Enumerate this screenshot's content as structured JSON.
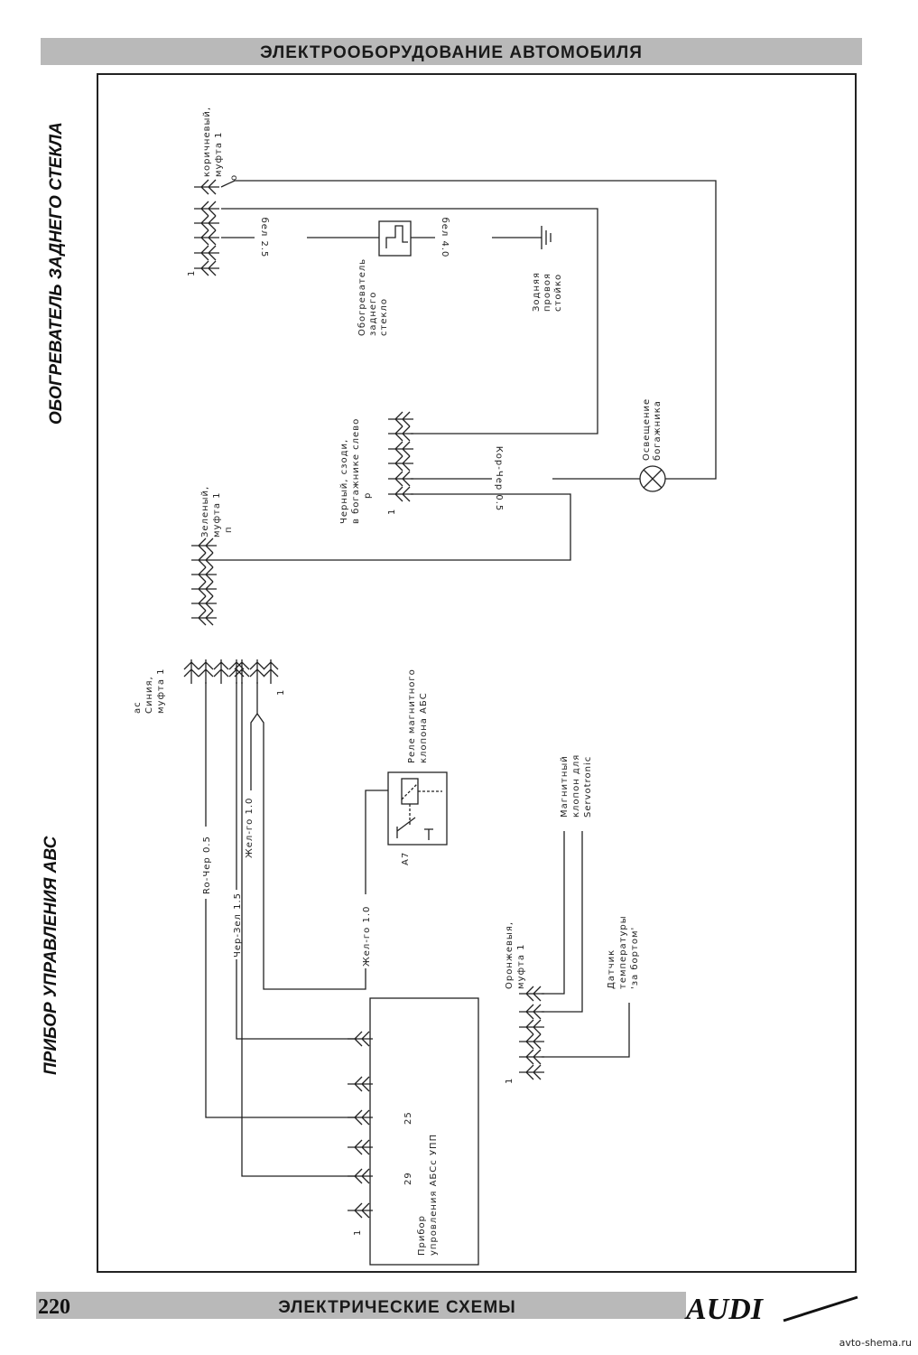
{
  "header": {
    "title": "ЭЛЕКТРООБОРУДОВАНИЕ АВТОМОБИЛЯ"
  },
  "side_titles": {
    "heater": "ОБОГРЕВАТЕЛЬ ЗАДНЕГО СТЕКЛА",
    "abs": "ПРИБОР УПРАВЛЕНИЯ АВС"
  },
  "footer": {
    "page_number": "220",
    "section": "ЭЛЕКТРИЧЕСКИЕ СХЕМЫ",
    "logo": "AUDI",
    "url": "avto-shema.ru"
  },
  "diagram": {
    "connector_brown": {
      "lines": [
        "коричневый,",
        "муфта 1"
      ],
      "tag": "о",
      "pin1": "1"
    },
    "connector_black": {
      "lines": [
        "Черный, сзоди,",
        "в богажнике слево"
      ],
      "tag": "р",
      "pin1": "1"
    },
    "connector_green": {
      "lines": [
        "Зеленый,",
        "муфта 1"
      ],
      "tag": "п"
    },
    "connector_blue": {
      "lines": [
        "ас",
        "Синия,",
        "муфта 1"
      ],
      "pin1": "1"
    },
    "connector_orange": {
      "lines": [
        "Оронжевыя,",
        "муфта 1"
      ],
      "pin1": "1"
    },
    "heater": {
      "lines": [
        "Обогреватель",
        "заднего",
        "стекло"
      ]
    },
    "ground": {
      "lines": [
        "Зодняя",
        "провоя",
        "стойко"
      ]
    },
    "lamp": {
      "lines": [
        "Освещение",
        "богажника"
      ]
    },
    "relay": {
      "lines": [
        "Реле магнитного",
        "клопона АБС"
      ],
      "id": "A7"
    },
    "servotronic": {
      "lines": [
        "Магнитный",
        "клопон для",
        "Servotronic"
      ]
    },
    "temp_sensor": {
      "lines": [
        "Датчик",
        "температуры",
        "'за бортом'"
      ]
    },
    "ecu": {
      "lines": [
        "Прибор",
        "упровления АБСс УПП"
      ],
      "pin_a": "25",
      "pin_b": "29",
      "pin1": "1"
    },
    "wires": {
      "wht25": "бел 2.5",
      "wht40": "бел 4.0",
      "brnblk05": "Кор-Чер 0.5",
      "redblk05": "Ro-Чер 0.5",
      "blkgrn15": "Чер-Зел 1.5",
      "yel10a": "Жел-го 1.0",
      "yel10b": "Жел-го 1.0"
    }
  }
}
